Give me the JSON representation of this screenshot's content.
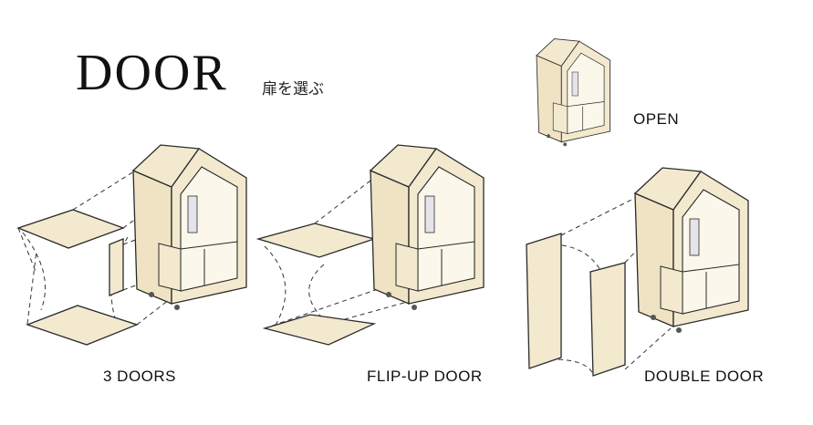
{
  "header": {
    "title": "DOOR",
    "subtitle": "扉を選ぶ"
  },
  "options": [
    {
      "label": "OPEN"
    },
    {
      "label": "3 DOORS"
    },
    {
      "label": "FLIP-UP DOOR"
    },
    {
      "label": "DOUBLE DOOR"
    }
  ],
  "colors": {
    "panel": "#f3e9cf",
    "interior": "#fbf7ea",
    "line": "#2a2a2a",
    "inner_shade": "#e4e4ea"
  }
}
